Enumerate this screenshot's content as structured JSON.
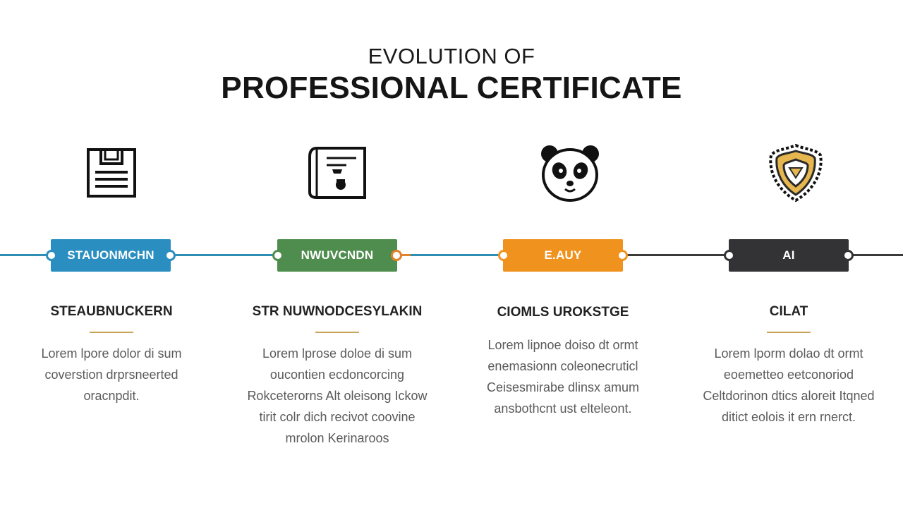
{
  "header": {
    "line1": "EVOLUTION OF",
    "line2": "PROFESSIONAL CERTIFICATE"
  },
  "colors": {
    "line": "#2f8fb3",
    "stage1": "#2a8fc0",
    "stage2": "#4f8d4e",
    "stage3": "#f0921e",
    "stage4": "#333336",
    "rule": "#c9a55a",
    "shield": "#e6b64f"
  },
  "stages": [
    {
      "icon": "document-icon",
      "label": "STAUONMCHN",
      "title": "STEAUBNUCKERN",
      "body": "Lorem lpore dolor di sum coverstion drprsneerted oracnpdit."
    },
    {
      "icon": "certificate-icon",
      "label": "NWUVCNDN",
      "title": "STR NUWNODCESYLAKIN",
      "body": "Lorem lprose doloe di sum oucontien ecdoncorcing Rokceterorns Alt oleisong Ickow tirit colr dich recivot coovine mrolon Kerinaroos"
    },
    {
      "icon": "panda-icon",
      "label": "E.AUY",
      "title": "CIOMLS UROKSTGE",
      "body": "Lorem lipnoe doiso dt ormt enemasionn coleonecruticl Ceisesmirabe dlinsx amum ansbothcnt ust elteleont."
    },
    {
      "icon": "shield-icon",
      "label": "AI",
      "title": "CILAT",
      "body": "Lorem lporm dolao dt ormt eoemetteo eetconoriod Celtdorinon dtics aloreit Itqned ditict eolois it ern rnerct."
    }
  ]
}
